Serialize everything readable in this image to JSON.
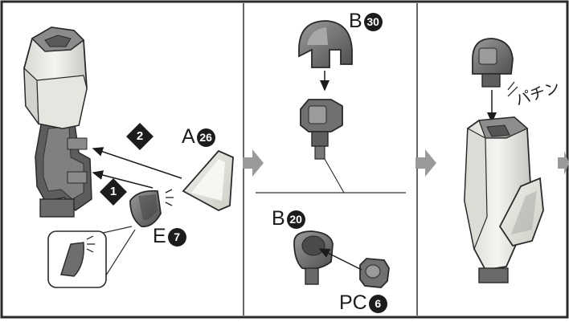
{
  "panel1": {
    "part_a": {
      "letter": "A",
      "number": "26"
    },
    "part_e": {
      "letter": "E",
      "number": "7"
    },
    "step_1": "1",
    "step_2": "2"
  },
  "panel2": {
    "part_b_top": {
      "letter": "B",
      "number": "30"
    },
    "part_b_bottom": {
      "letter": "B",
      "number": "20"
    },
    "part_pc": {
      "letter": "PC",
      "number": "6"
    }
  },
  "panel3": {
    "snap_sound": "パチン"
  },
  "colors": {
    "ink": "#1c1c1c",
    "part_light": "#ededea",
    "part_gray": "#7d7d7d",
    "part_dark": "#4a4a4a",
    "flow_arrow": "#9a9a9a"
  }
}
